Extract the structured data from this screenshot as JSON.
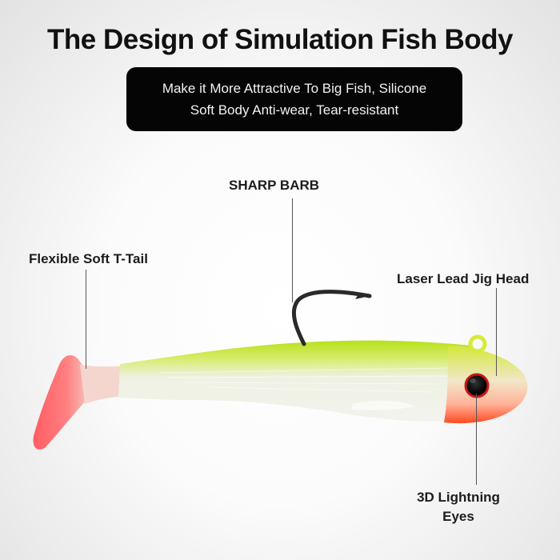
{
  "header": {
    "title": "The Design of Simulation Fish Body",
    "subtitle_lines": [
      "Make it More Attractive To Big Fish, Silicone",
      "Soft Body Anti-wear, Tear-resistant"
    ]
  },
  "callouts": {
    "barb": "SHARP BARB",
    "tail": "Flexible Soft T-Tail",
    "head": "Laser Lead Jig Head",
    "eyes_line1": "3D Lightning",
    "eyes_line2": "Eyes"
  },
  "colors": {
    "banner_bg": "#050505",
    "body_green": "#c8e62a",
    "body_pearl": "#eef0e4",
    "tail_pink": "#ff6f6f",
    "head_orange": "#ff5a2a",
    "eye": "#111111"
  }
}
